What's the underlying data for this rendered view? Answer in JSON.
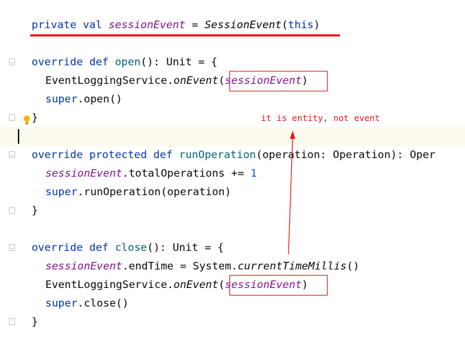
{
  "code": {
    "line1": {
      "kw": "private val ",
      "prop": "sessionEvent",
      "op": " = ",
      "type": "SessionEvent",
      "open": "(",
      "this": "this",
      "close": ")"
    },
    "line3": {
      "kw": "override def ",
      "fn": "open",
      "rest": "(): Unit = {"
    },
    "line4": {
      "obj": "EventLoggingService.",
      "call": "onEvent",
      "open": "(",
      "arg": "sessionEvent",
      "close": ")"
    },
    "line5": {
      "kw": "super",
      "rest": ".open()"
    },
    "line6": {
      "brace": "}"
    },
    "line8": {
      "kw": "override protected def ",
      "fn": "runOperation",
      "rest": "(operation: Operation): Oper"
    },
    "line9": {
      "prop": "sessionEvent",
      "rest": ".totalOperations += ",
      "num": "1"
    },
    "line10": {
      "kw": "super",
      "rest": ".runOperation(operation)"
    },
    "line11": {
      "brace": "}"
    },
    "line13": {
      "kw": "override def ",
      "fn": "close",
      "rest": "(): Unit = {"
    },
    "line14": {
      "prop": "sessionEvent",
      "rest": ".endTime = System.",
      "call": "currentTimeMillis",
      "tail": "()"
    },
    "line15": {
      "obj": "EventLoggingService.",
      "call": "onEvent",
      "open": "(",
      "arg": "sessionEvent",
      "close": ")"
    },
    "line16": {
      "kw": "super",
      "rest": ".close()"
    },
    "line17": {
      "brace": "}"
    }
  },
  "annotation": {
    "text": "it is entity, not event",
    "color": "#e21b1b"
  },
  "icons": {
    "intention": "lightbulb-icon",
    "fold": "fold-marker-icon"
  },
  "colors": {
    "keyword": "#0033b3",
    "function": "#00627a",
    "property": "#871094",
    "number": "#1750eb",
    "caret_row": "#fcfaed",
    "markup": "#ee0000"
  }
}
